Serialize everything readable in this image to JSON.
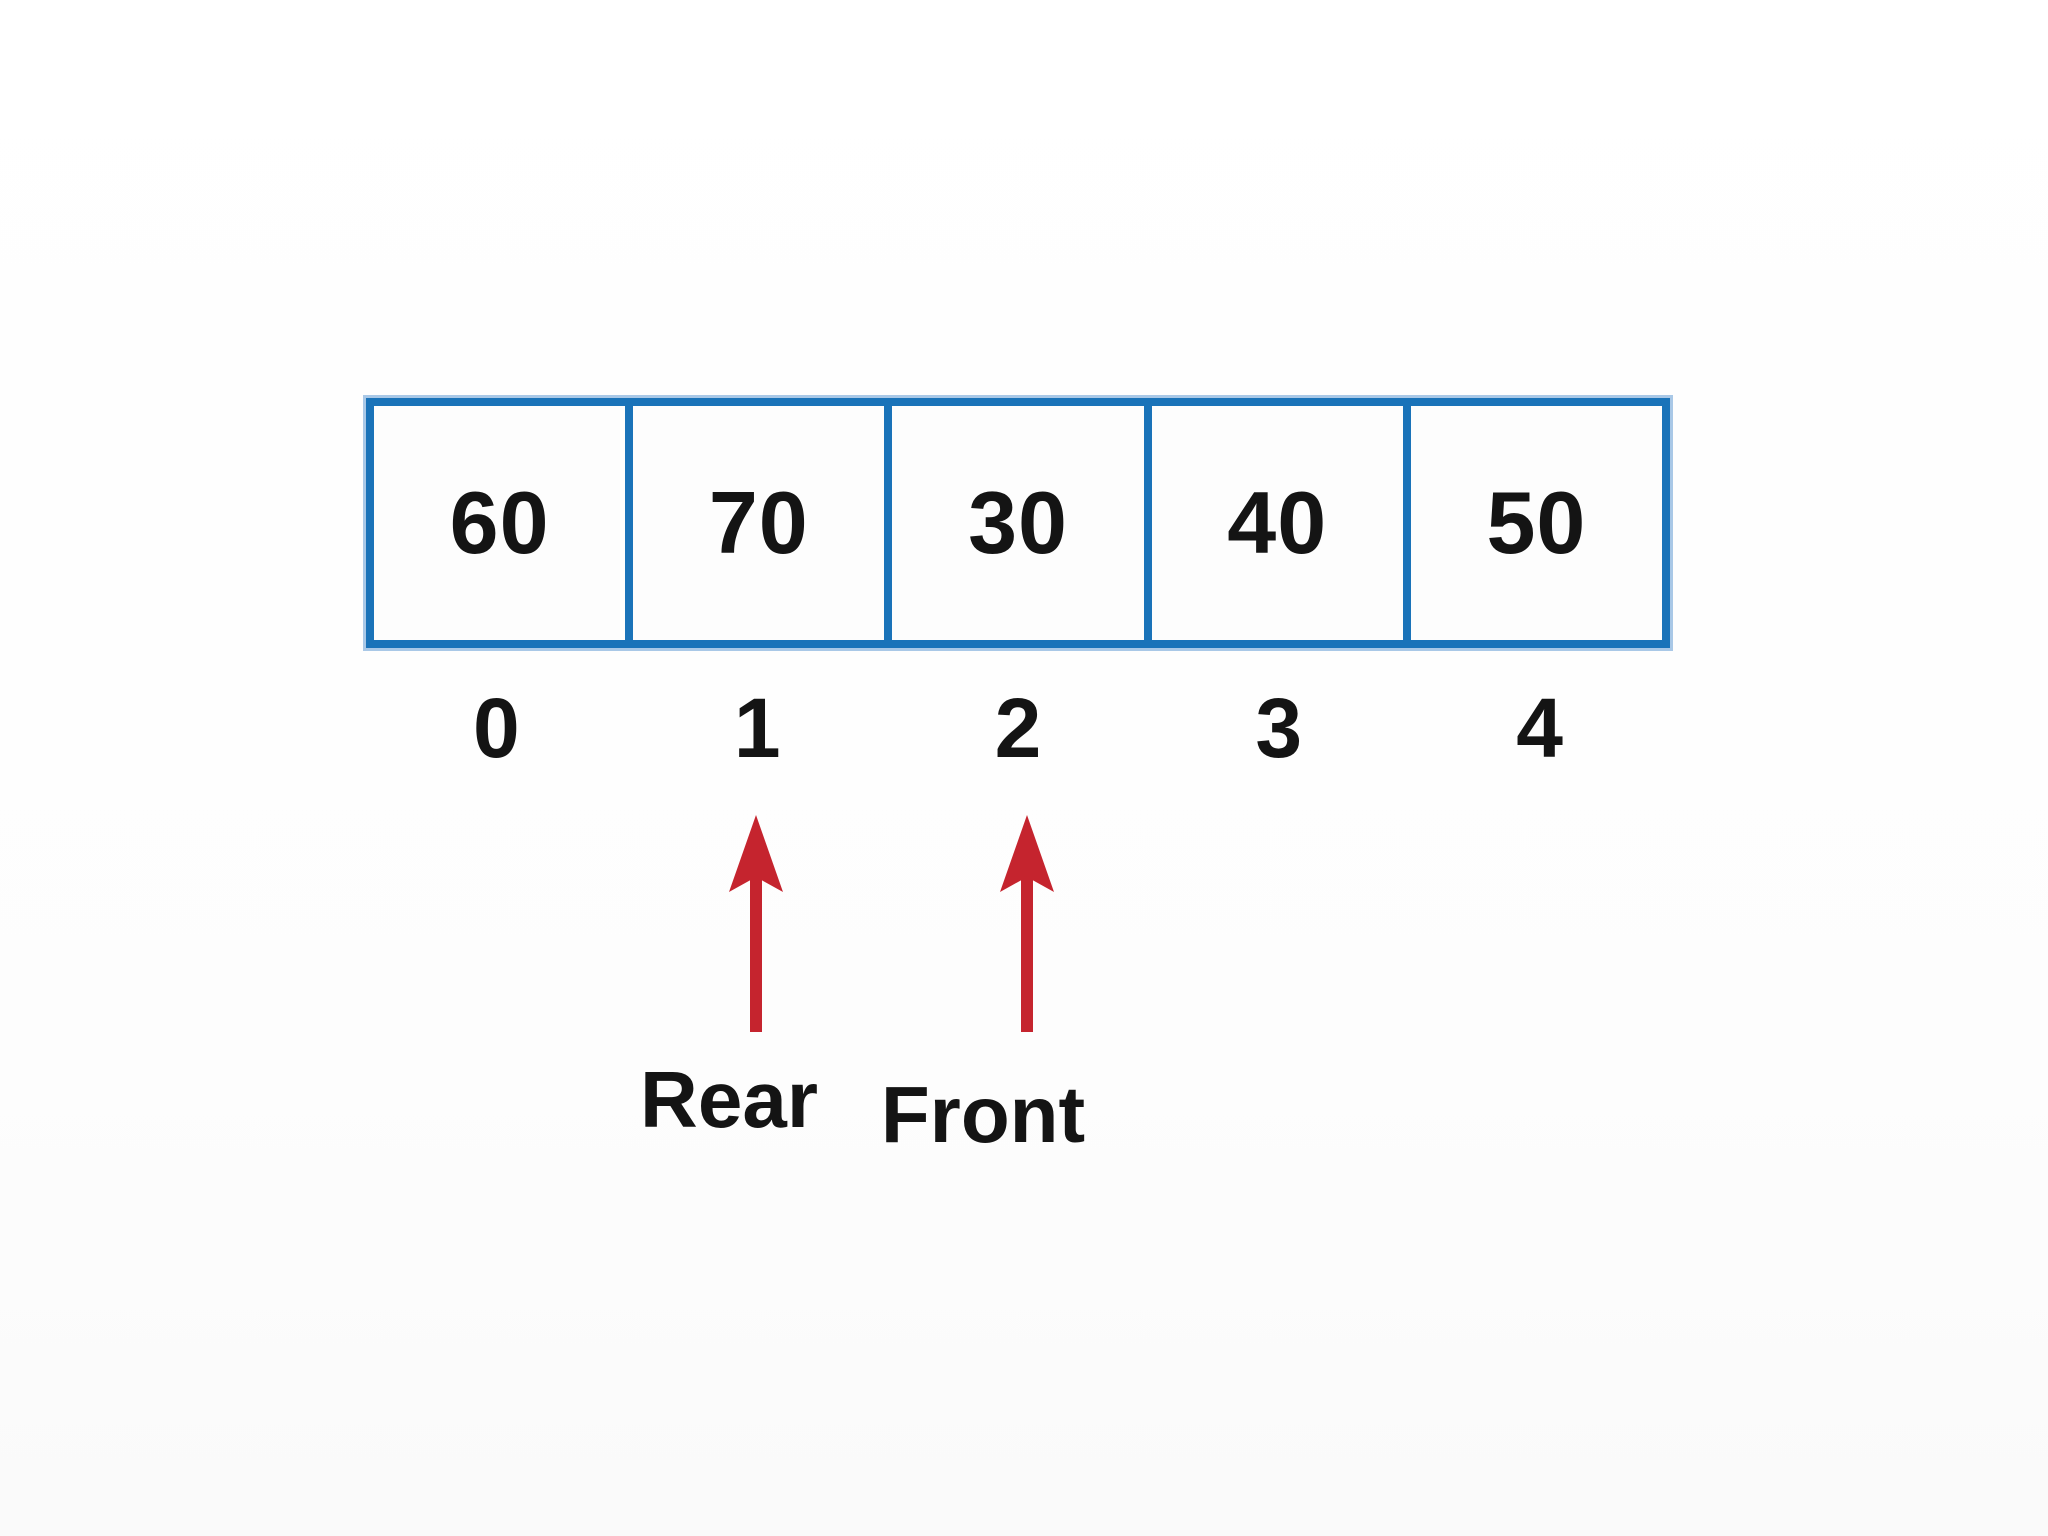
{
  "diagram": {
    "title": "queue-array-diagram",
    "queue": {
      "cells": [
        {
          "value": "60",
          "index": "0"
        },
        {
          "value": "70",
          "index": "1"
        },
        {
          "value": "30",
          "index": "2"
        },
        {
          "value": "40",
          "index": "3"
        },
        {
          "value": "50",
          "index": "4"
        }
      ],
      "pointers": [
        {
          "label": "Rear",
          "points_to_index": "1"
        },
        {
          "label": "Front",
          "points_to_index": "2"
        }
      ]
    },
    "colors": {
      "cell_border": "#1a73b9",
      "border_halo": "#a9c8e7",
      "pointer_arrow": "#c5242e",
      "text": "#141414",
      "background": "#ffffff"
    }
  }
}
